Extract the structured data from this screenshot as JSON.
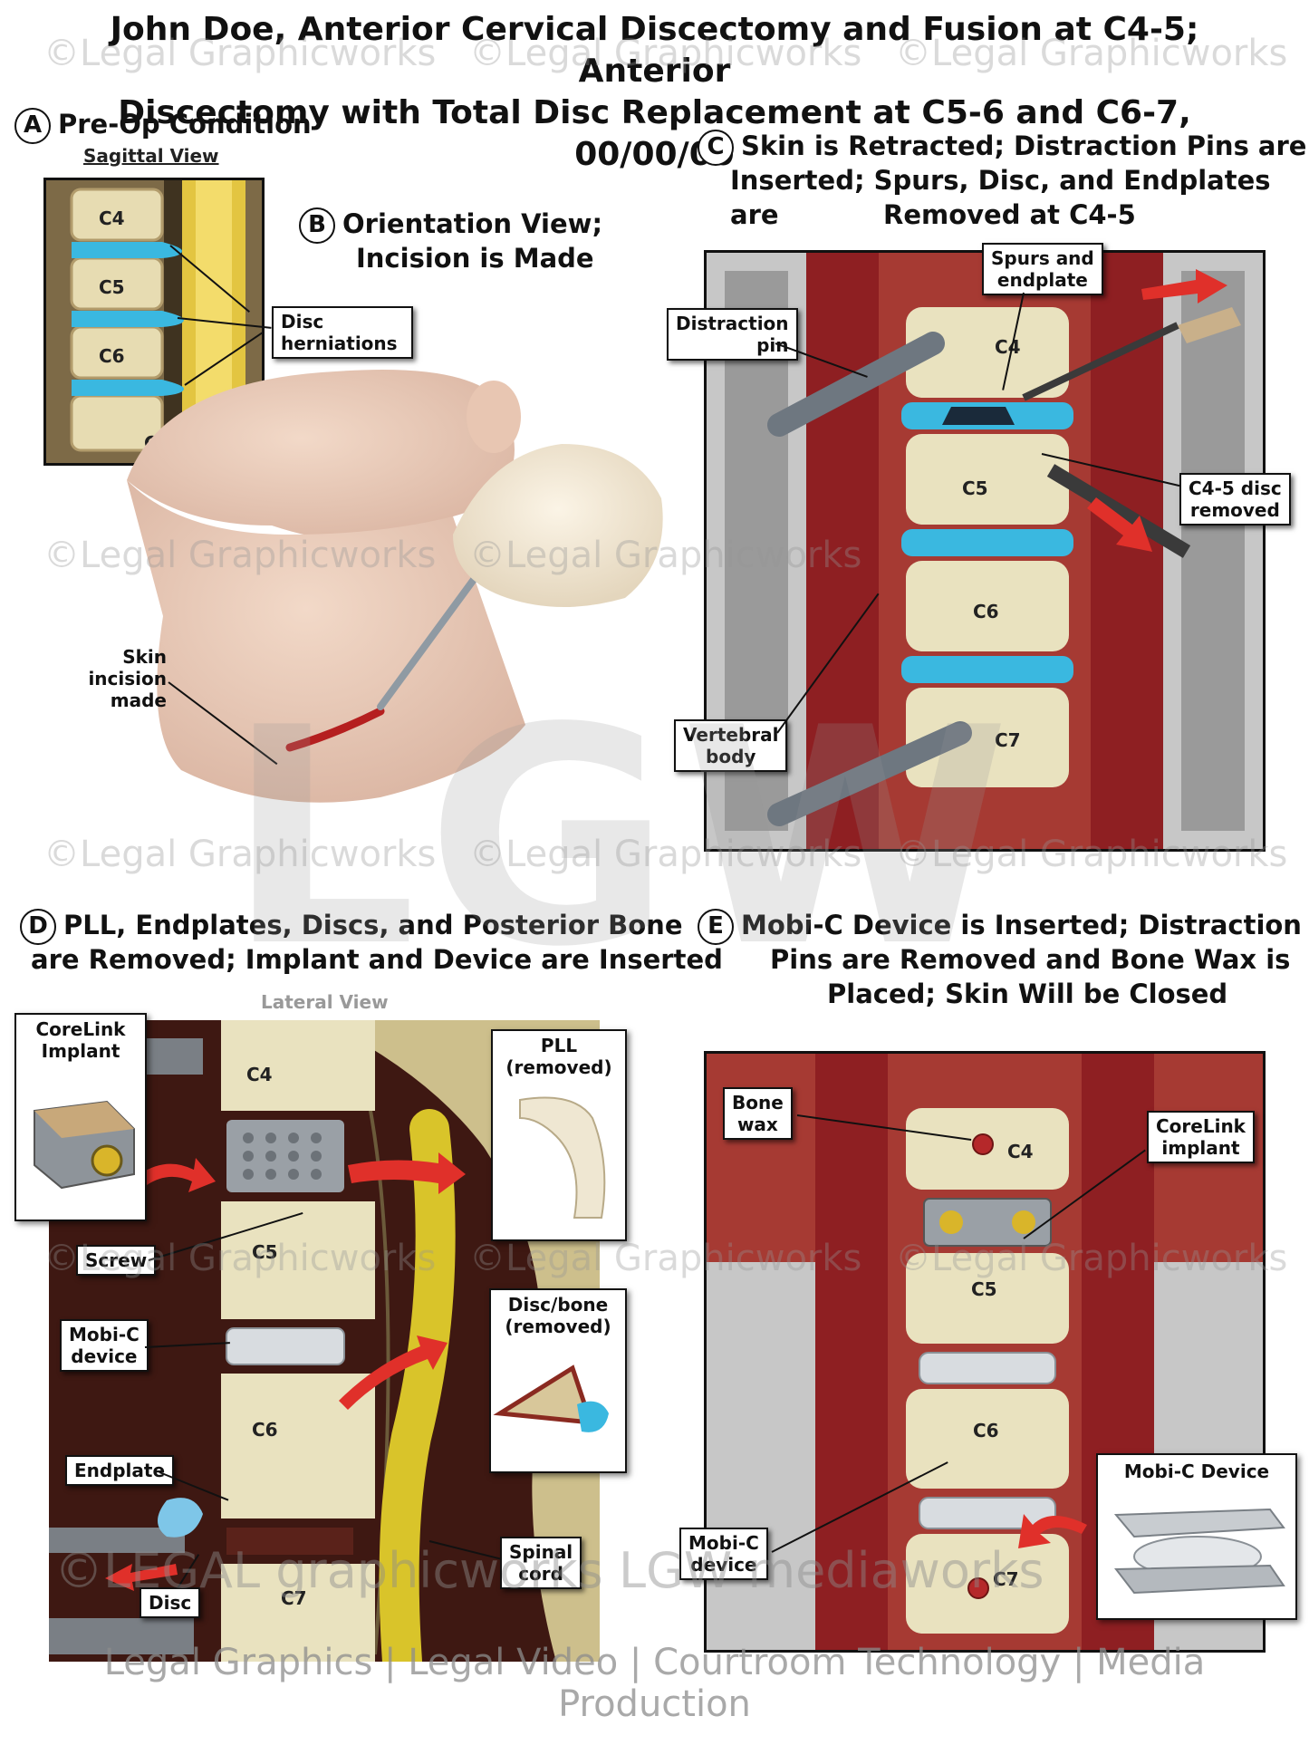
{
  "title": {
    "line1": "John Doe, Anterior Cervical Discectomy and Fusion at C4-5; Anterior",
    "line2": "Discectomy with Total Disc Replacement at C5-6 and C6-7, 00/00/00"
  },
  "watermark": {
    "text": "©Legal Graphicworks",
    "logo": "LGW",
    "bottom_banner": "©LEGAL graphicworks LGW mediaworks"
  },
  "panel_a": {
    "letter": "A",
    "title": "Pre-Op Condition",
    "view_label": "Sagittal View",
    "vertebrae": [
      "C4",
      "C5",
      "C6",
      "C7"
    ],
    "callout": "Disc herniations"
  },
  "panel_b": {
    "letter": "B",
    "title_line1": "Orientation View;",
    "title_line2": "Incision is Made",
    "callout_line1": "Skin incision",
    "callout_line2": "made"
  },
  "panel_c": {
    "letter": "C",
    "title_line1": "Skin is Retracted; Distraction Pins are",
    "title_line2": "Inserted; Spurs, Disc, and Endplates are",
    "title_line3": "Removed at C4-5",
    "vertebrae": [
      "C4",
      "C5",
      "C6",
      "C7"
    ],
    "callouts": {
      "spurs_line1": "Spurs and",
      "spurs_line2": "endplate",
      "pin_line1": "Distraction",
      "pin_line2": "pin",
      "disc_line1": "C4-5 disc",
      "disc_line2": "removed",
      "body_line1": "Vertebral",
      "body_line2": "body"
    }
  },
  "panel_d": {
    "letter": "D",
    "title_line1": "PLL, Endplates, Discs, and Posterior Bone",
    "title_line2": "are Removed; Implant and Device are Inserted",
    "view_label": "Lateral View",
    "vertebrae": [
      "C4",
      "C5",
      "C6",
      "C7"
    ],
    "callouts": {
      "implant_line1": "CoreLink",
      "implant_line2": "Implant",
      "pll_line1": "PLL",
      "pll_line2": "(removed)",
      "screw": "Screw",
      "mobic_line1": "Mobi-C",
      "mobic_line2": "device",
      "discbone_line1": "Disc/bone",
      "discbone_line2": "(removed)",
      "endplate": "Endplate",
      "cord_line1": "Spinal",
      "cord_line2": "cord",
      "disc": "Disc"
    }
  },
  "panel_e": {
    "letter": "E",
    "title_line1": "Mobi-C Device is Inserted; Distraction",
    "title_line2": "Pins are Removed and Bone Wax is",
    "title_line3": "Placed; Skin Will be Closed",
    "vertebrae": [
      "C4",
      "C5",
      "C6",
      "C7"
    ],
    "callouts": {
      "wax_line1": "Bone",
      "wax_line2": "wax",
      "implant_line1": "CoreLink",
      "implant_line2": "implant",
      "device_title": "Mobi-C Device",
      "mobic_line1": "Mobi-C",
      "mobic_line2": "device"
    }
  },
  "footer": "Legal Graphics | Legal Video | Courtroom Technology | Media Production",
  "colors": {
    "disc_blue": "#3ab8e0",
    "bone": "#e9e2bf",
    "tissue_red": "#b8282b",
    "cord_yellow": "#d9c42a",
    "arrow_red": "#e0302a"
  }
}
